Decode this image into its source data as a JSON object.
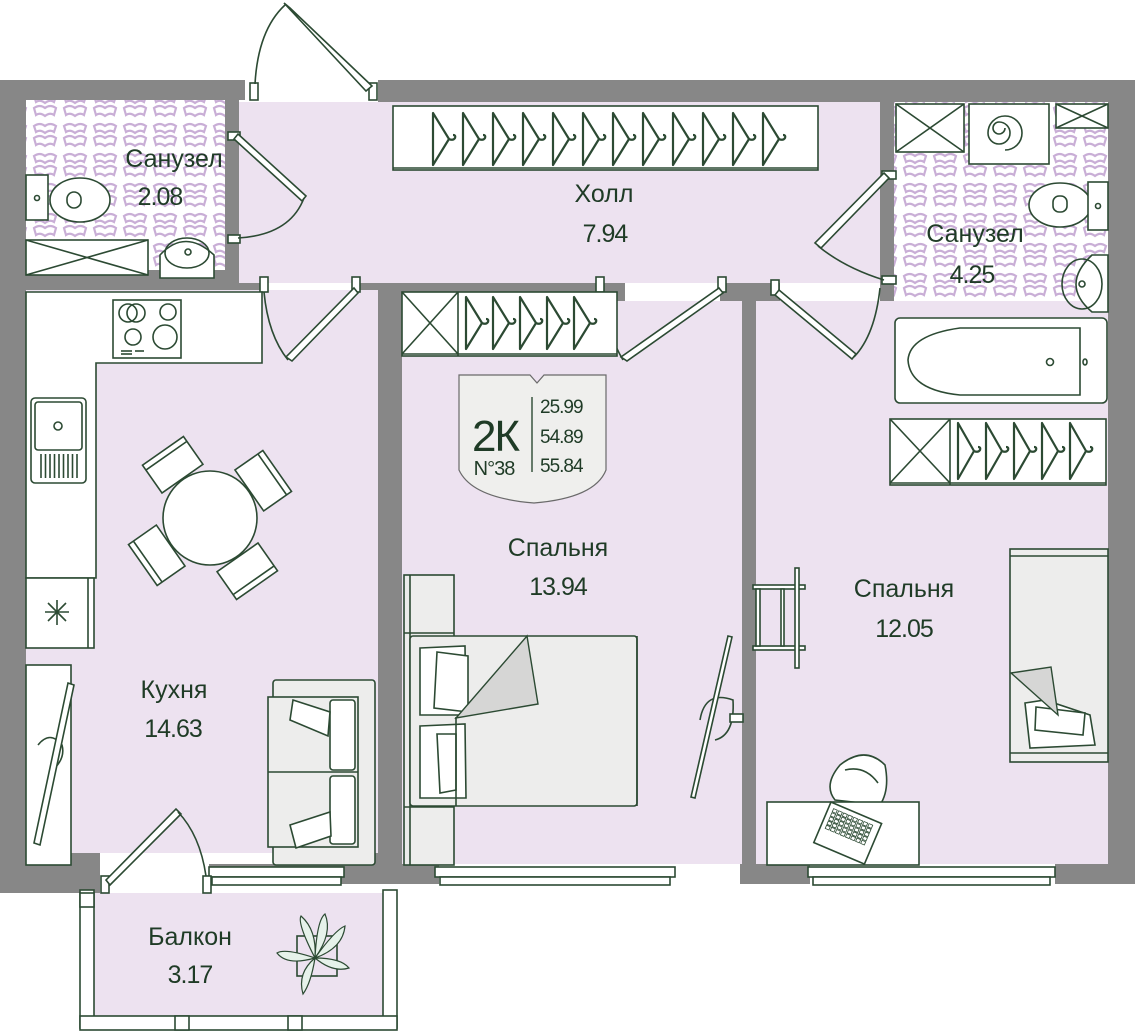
{
  "plan": {
    "apartment": {
      "type_label": "2К",
      "number_label": "N°38",
      "areas": [
        "25.99",
        "54.89",
        "55.84"
      ]
    },
    "rooms": {
      "bathroom_small": {
        "name": "Санузел",
        "area": "2.08"
      },
      "hall": {
        "name": "Холл",
        "area": "7.94"
      },
      "bathroom_large": {
        "name": "Санузел",
        "area": "4.25"
      },
      "kitchen": {
        "name": "Кухня",
        "area": "14.63"
      },
      "bedroom_center": {
        "name": "Спальня",
        "area": "13.94"
      },
      "bedroom_right": {
        "name": "Спальня",
        "area": "12.05"
      },
      "balcony": {
        "name": "Балкон",
        "area": "3.17"
      }
    },
    "colors": {
      "wall": "#878787",
      "floor": "#ede2f0",
      "line": "#2c4a33",
      "text": "#1f3b26",
      "tile": "#c9aed6"
    }
  }
}
